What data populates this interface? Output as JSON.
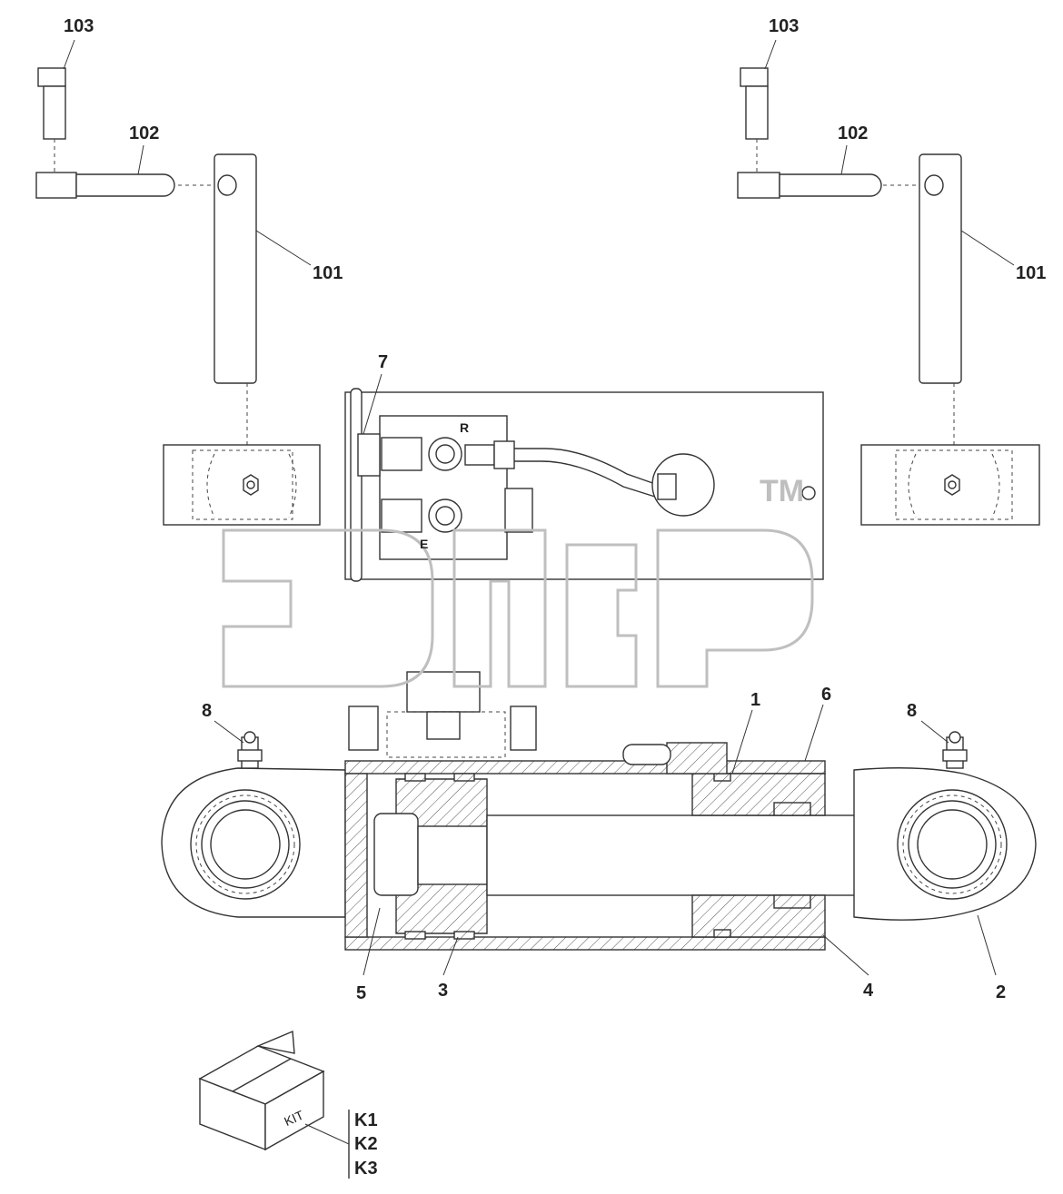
{
  "callouts": {
    "p103_left": "103",
    "p103_right": "103",
    "p102_left": "102",
    "p102_right": "102",
    "p101_left": "101",
    "p101_right": "101",
    "p7": "7",
    "p1": "1",
    "p6": "6",
    "p8_left": "8",
    "p8_right": "8",
    "p5": "5",
    "p3": "3",
    "p4": "4",
    "p2": "2"
  },
  "ports": {
    "r": "R",
    "e": "E"
  },
  "kit": {
    "box_label": "KIT",
    "items": [
      "K1",
      "K2",
      "K3"
    ]
  },
  "watermark": {
    "mark": "TM"
  },
  "colors": {
    "line": "#333333",
    "watermark": "#bfbfbf",
    "background": "#ffffff"
  }
}
